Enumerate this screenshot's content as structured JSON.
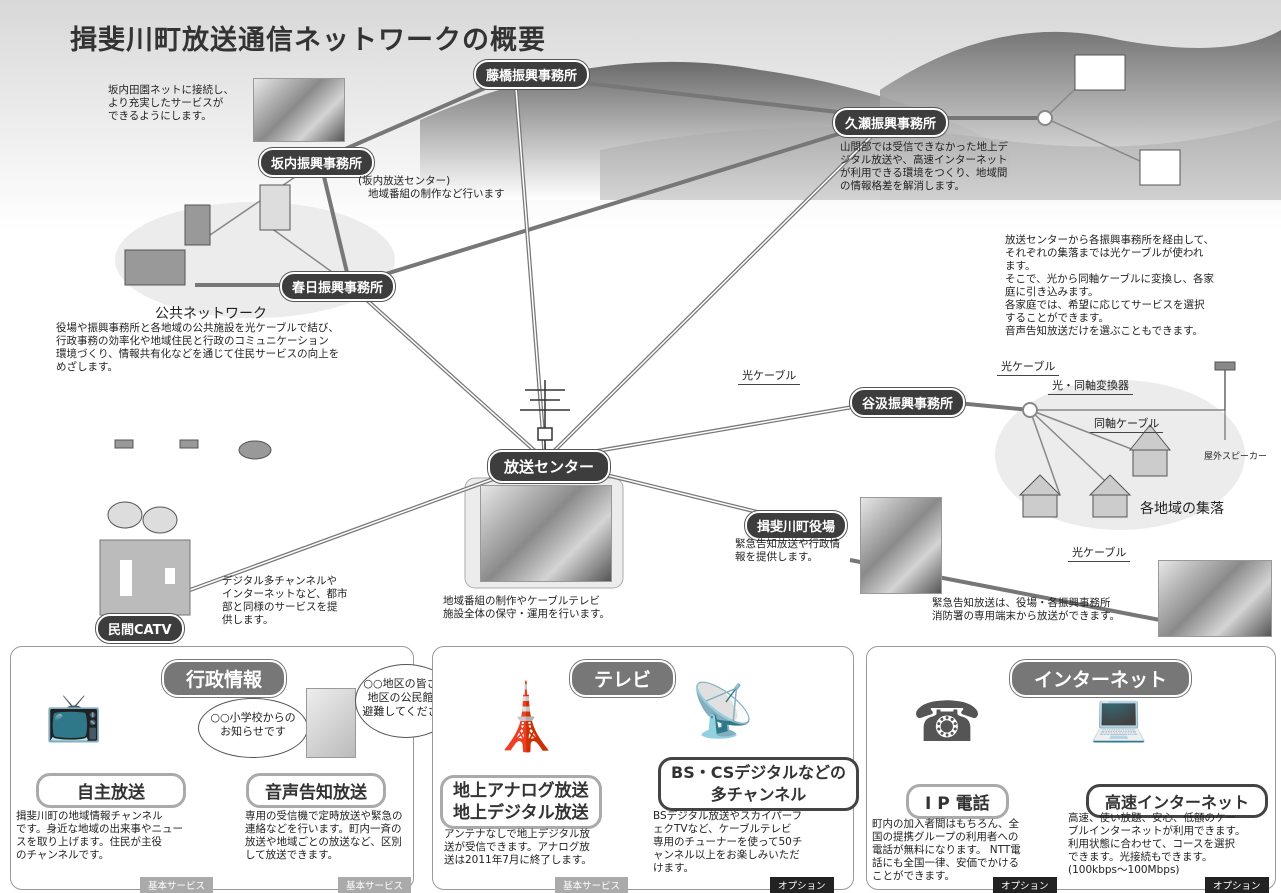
{
  "title": "揖斐川町放送通信ネットワークの概要",
  "nodes": {
    "fujihashi": "藤橋振興事務所",
    "kuse": "久瀬振興事務所",
    "sakauchi": "坂内振興事務所",
    "kasuga": "春日振興事務所",
    "center": "放送センター",
    "tanigumi": "谷汲振興事務所",
    "town_hall": "揖斐川町役場",
    "catv": "民間CATV"
  },
  "texts": {
    "sakauchi_note": [
      "坂内田園ネットに接続し、",
      "より充実したサービスが",
      "できるようにします。"
    ],
    "sakauchi_center": [
      "(坂内放送センター)",
      "地域番組の制作など行います"
    ],
    "kuse_note": [
      "山間部では受信できなかった地上デ",
      "ジタル放送や、高速インターネット",
      "が利用できる環境をつくり、地域間",
      "の情報格差を解消します。"
    ],
    "public_title": "公共ネットワーク",
    "public_note": [
      "役場や振興事務所と各地域の公共施設を光ケーブルで結び、",
      "行政事務の効率化や地域住民と行政のコミュニケーション",
      "環境づくり、情報共有化などを通じて住民サービスの向上を",
      "めざします。"
    ],
    "fiber_note": [
      "放送センターから各振興事務所を経由して、",
      "それぞれの集落までは光ケーブルが使われ",
      "ます。",
      "そこで、光から同軸ケーブルに変換し、各家",
      "庭に引き込みます。",
      "各家庭では、希望に応じてサービスを選択",
      "することができます。",
      "音声告知放送だけを選ぶこともできます。"
    ],
    "fiber1": "光ケーブル",
    "fiber2": "光ケーブル",
    "fiber3": "光ケーブル",
    "converter": "光・同軸変換器",
    "coax": "同軸ケーブル",
    "speaker": "屋外スピーカー",
    "village": "各地域の集落",
    "townhall_note": [
      "緊急告知放送や行政情",
      "報を提供します。"
    ],
    "emergency_note": [
      "緊急告知放送は、役場・各振興事務所",
      "消防署の専用端末から放送ができます。"
    ],
    "catv_note": [
      "デジタル多チャンネルや",
      "インターネットなど、都市",
      "部と同様のサービスを提",
      "供します。"
    ],
    "center_note": [
      "地域番組の制作やケーブルテレビ",
      "施設全体の保守・運用を行います。"
    ]
  },
  "panels": {
    "gyosei": {
      "title": "行政情報",
      "bubble1": [
        "○○小学校からの",
        "お知らせです"
      ],
      "bubble2": [
        "○○地区の皆さん",
        "地区の公民館へ",
        "避難してください"
      ],
      "jishu": {
        "title": "自主放送",
        "desc": [
          "揖斐川町の地域情報チャンネル",
          "です。身近な地域の出来事やニュー",
          "スを取り上げます。住民が主役",
          "のチャンネルです。"
        ],
        "badge": "基本サービス"
      },
      "onsei": {
        "title": "音声告知放送",
        "desc": [
          "専用の受信機で定時放送や緊急の",
          "連絡などを行います。町内一斉の",
          "放送や地域ごとの放送など、区別",
          "して放送できます。"
        ],
        "badge": "基本サービス"
      }
    },
    "tv": {
      "title": "テレビ",
      "chijo": {
        "title1": "地上アナログ放送",
        "title2": "地上デジタル放送",
        "desc": [
          "アンテナなしで地上デジタル放",
          "送が受信できます。アナログ放",
          "送は2011年7月に終了します。"
        ],
        "badge": "基本サービス"
      },
      "bs": {
        "title1": "BS・CSデジタルなどの",
        "title2": "多チャンネル",
        "desc": [
          "BSデジタル放送やスカイパーフ",
          "ェクTVなど、ケーブルテレビ",
          "専用のチューナーを使って50チ",
          "ャンネル以上をお楽しみいただ",
          "けます。"
        ],
        "badge": "オプション"
      }
    },
    "internet": {
      "title": "インターネット",
      "ip": {
        "title": "I P 電話",
        "desc": [
          "町内の加入者間はもちろん、全",
          "国の提携グループの利用者への",
          "電話が無料になります。 NTT電",
          "話にも全国一律、安価でかける",
          "ことができます。"
        ],
        "badge": "オプション"
      },
      "fast": {
        "title": "高速インターネット",
        "desc": [
          "高速、使い放題、安心、低額のケー",
          "ブルインターネットが利用できます。",
          "利用状態に合わせて、コースを選択",
          "できます。光接続もできます。",
          "(100kbps〜100Mbps)"
        ],
        "badge": "オプション"
      }
    }
  }
}
